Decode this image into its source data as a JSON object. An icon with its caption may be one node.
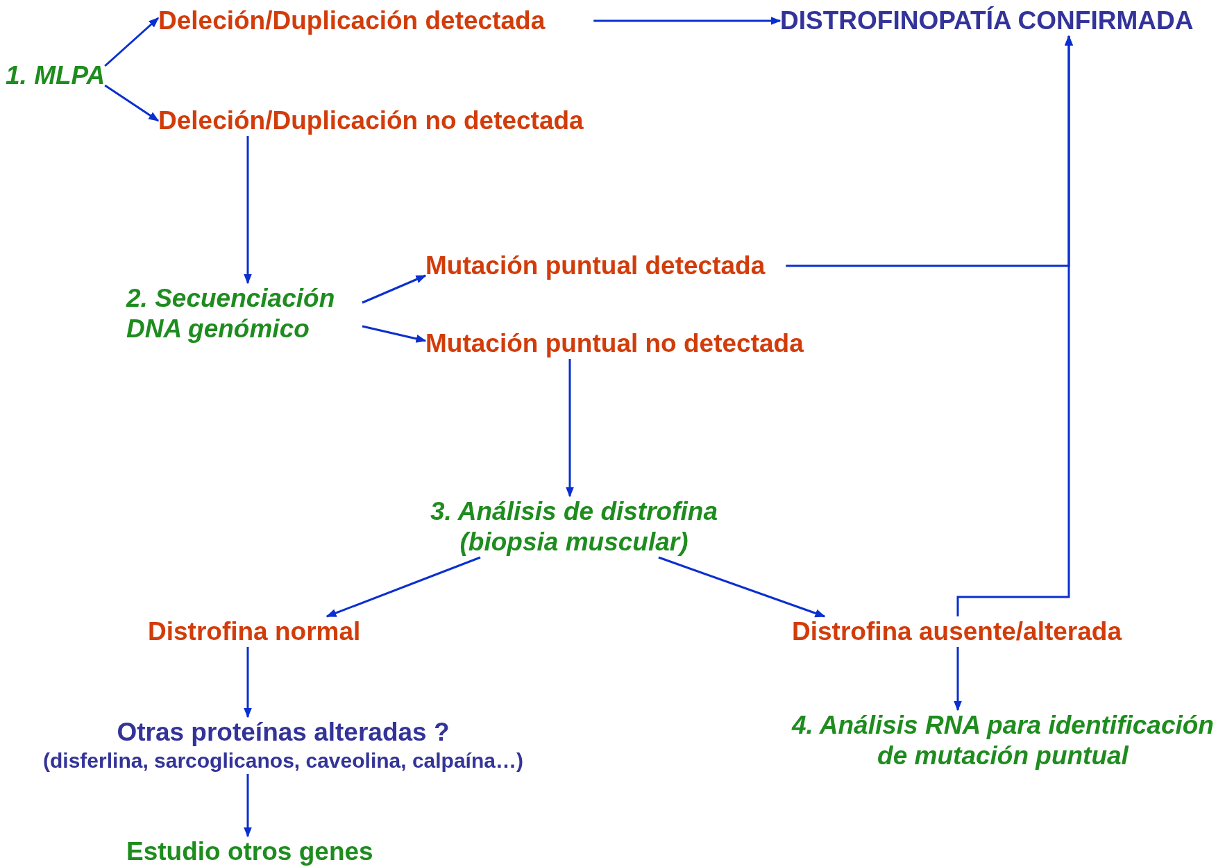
{
  "diagram": {
    "nodes": [
      {
        "text": [
          "1. MLPA"
        ]
      },
      {
        "text": [
          "Deleción/Duplicación detectada"
        ]
      },
      {
        "text": [
          "DISTROFINOPATÍA CONFIRMADA"
        ]
      },
      {
        "text": [
          "Deleción/Duplicación no detectada"
        ]
      },
      {
        "text": [
          "2. Secuenciación DNA genómico"
        ]
      },
      {
        "text": [
          "Mutación puntual detectada"
        ]
      },
      {
        "text": [
          "Mutación puntual no detectada"
        ]
      },
      {
        "text": [
          "3. Análisis de distrofina (biopsia muscular)"
        ]
      },
      {
        "text": [
          "Distrofina normal"
        ]
      },
      {
        "text": [
          "Distrofina ausente/alterada"
        ]
      },
      {
        "text": [
          "Otras proteínas alteradas ?",
          "(disferlina, sarcoglicanos, caveolina, calpaína…)"
        ]
      },
      {
        "text": [
          "4. Análisis RNA para identificación de mutación puntual"
        ]
      },
      {
        "text": [
          "Estudio otros genes"
        ]
      }
    ],
    "edges": [
      {
        "from": 0,
        "to": 1,
        "arrow": "to"
      },
      {
        "from": 0,
        "to": 3,
        "arrow": "to"
      },
      {
        "from": 1,
        "to": 2,
        "arrow": "to"
      },
      {
        "from": 3,
        "to": 4,
        "arrow": "to"
      },
      {
        "from": 4,
        "to": 5,
        "arrow": "to"
      },
      {
        "from": 4,
        "to": 6,
        "arrow": "to"
      },
      {
        "from": 5,
        "to": 2,
        "arrow": "to"
      },
      {
        "from": 6,
        "to": 7,
        "arrow": "to"
      },
      {
        "from": 7,
        "to": 8,
        "arrow": "to"
      },
      {
        "from": 7,
        "to": 9,
        "arrow": "to"
      },
      {
        "from": 9,
        "to": 2,
        "arrow": "to"
      },
      {
        "from": 9,
        "to": 11,
        "arrow": "to"
      },
      {
        "from": 8,
        "to": 10,
        "arrow": "to"
      },
      {
        "from": 10,
        "to": 12,
        "arrow": "to"
      }
    ]
  }
}
